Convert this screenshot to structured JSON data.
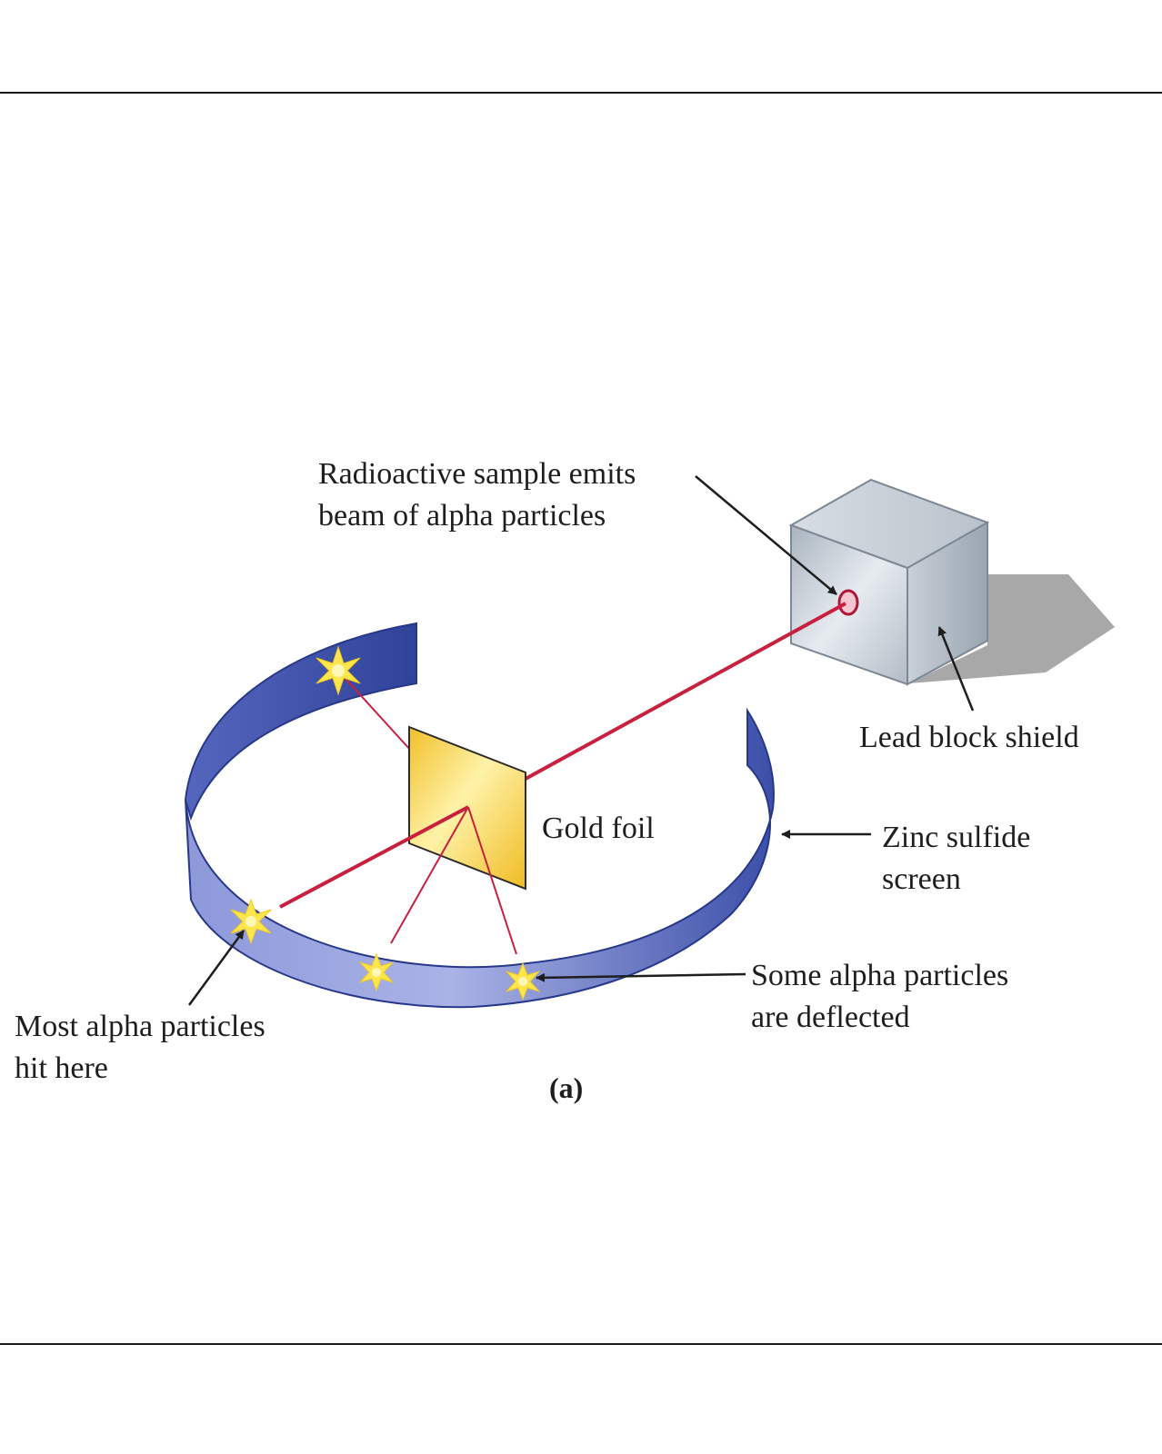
{
  "labels": {
    "radioactive_line1": "Radioactive sample emits",
    "radioactive_line2": "beam of alpha particles",
    "lead_block": "Lead block shield",
    "gold_foil": "Gold foil",
    "zinc_line1": "Zinc sulfide",
    "zinc_line2": "screen",
    "deflected_line1": "Some alpha particles",
    "deflected_line2": "are deflected",
    "most_line1": "Most alpha particles",
    "most_line2": "hit here"
  },
  "caption": "(a)",
  "colors": {
    "beam": "#c8203f",
    "screen": "#3a4fa8",
    "screen_light": "#a5afe3",
    "foil": "#f3c72a",
    "block": "#c4cdd6",
    "shadow": "#a8a8a8",
    "flash": "#fbe64d"
  }
}
